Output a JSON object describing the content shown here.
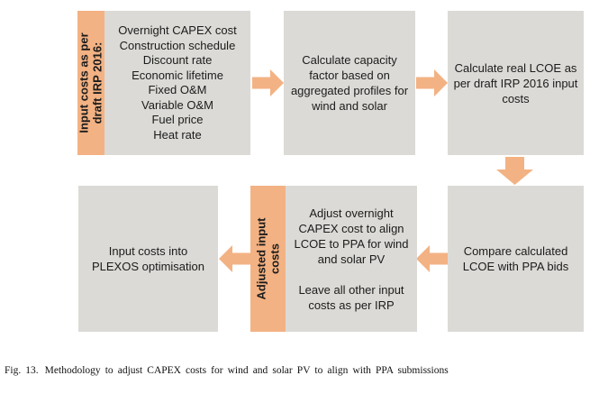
{
  "colors": {
    "accent_orange": "#f3b283",
    "box_gray": "#dbdad6",
    "text": "#1b1b1b"
  },
  "flowchart": {
    "input_box": {
      "side_label_lines": [
        "Input costs as per",
        "draft IRP 2016:"
      ],
      "items": [
        "Overnight CAPEX cost",
        "Construction schedule",
        "Discount rate",
        "Economic lifetime",
        "Fixed O&M",
        "Variable O&M",
        "Fuel price",
        "Heat rate"
      ]
    },
    "capacity_factor_box": {
      "text": "Calculate capacity factor based on aggregated profiles for wind and solar"
    },
    "lcoe_box": {
      "text": "Calculate real LCOE as per draft IRP 2016 input costs"
    },
    "compare_box": {
      "text": "Compare calculated LCOE with PPA bids"
    },
    "adjust_box": {
      "side_label_lines": [
        "Adjusted input",
        "costs"
      ],
      "paragraphs": [
        "Adjust overnight CAPEX cost to align LCOE to PPA for wind and solar PV",
        "Leave all other input costs as per IRP"
      ]
    },
    "plexos_box": {
      "text": "Input costs into PLEXOS optimisation"
    }
  },
  "caption": {
    "fig_label": "Fig. 13.",
    "text": "Methodology to adjust CAPEX costs for wind and solar PV to align with PPA submissions"
  }
}
